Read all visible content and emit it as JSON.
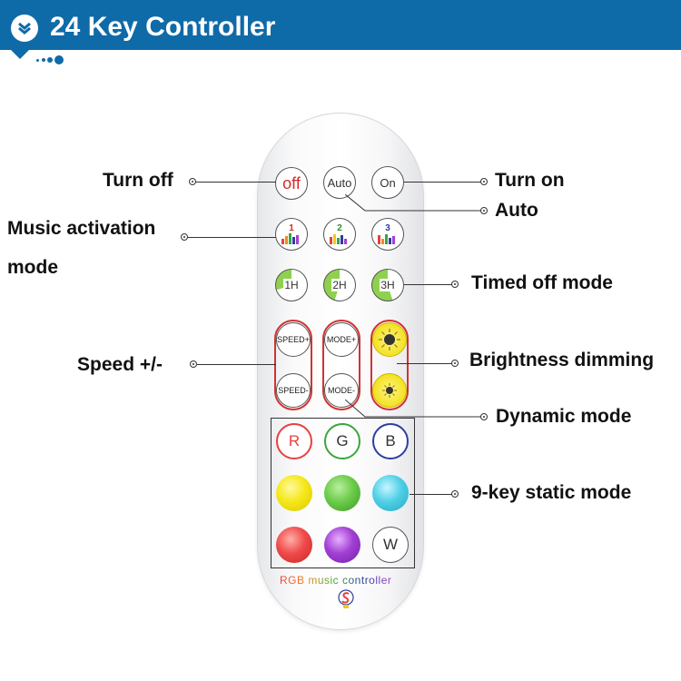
{
  "header": {
    "title": "24 Key Controller"
  },
  "remote": {
    "row1": {
      "off": "off",
      "auto": "Auto",
      "on": "On"
    },
    "music": [
      "1",
      "2",
      "3"
    ],
    "timer": [
      "1H",
      "2H",
      "3H"
    ],
    "speed_up": "SPEED+",
    "speed_down": "SPEED-",
    "mode_up": "MODE+",
    "mode_down": "MODE-",
    "letters": {
      "r": "R",
      "g": "G",
      "b": "B",
      "w": "W"
    },
    "brand": "RGB music controller"
  },
  "colors": {
    "header_bg": "#0f6aa8",
    "red": "#e8403f",
    "green": "#3aa63a",
    "blue": "#2b3fa0",
    "yellow": "#f2e21a",
    "light_green": "#6ccc4a",
    "cyan": "#4fd0e6",
    "coral": "#f04a4a",
    "purple": "#a23fd4"
  },
  "labels": {
    "turn_off": "Turn off",
    "turn_on": "Turn on",
    "auto": "Auto",
    "music_activation": "Music activation",
    "music_mode": "mode",
    "timed_off": "Timed off mode",
    "speed": "Speed +/-",
    "brightness": "Brightness dimming",
    "dynamic": "Dynamic mode",
    "static": "9-key static mode"
  }
}
